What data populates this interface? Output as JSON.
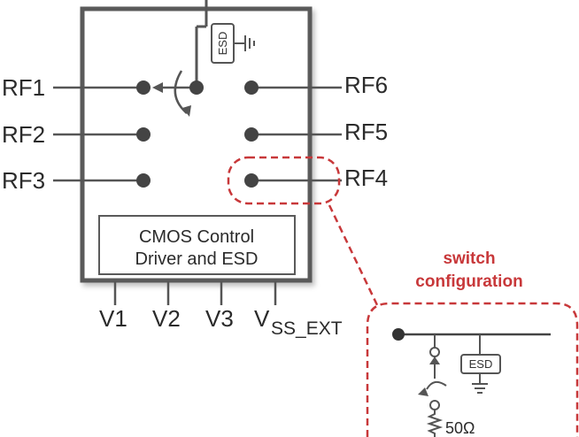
{
  "colors": {
    "line": "#555555",
    "box": "#5a5a5a",
    "accent": "#c8383a",
    "text": "#2b2b2b"
  },
  "diagram": {
    "pins_left": [
      "RF1",
      "RF2",
      "RF3"
    ],
    "pins_right": [
      "RF6",
      "RF5",
      "RF4"
    ],
    "control_block": {
      "line1": "CMOS Control",
      "line2": "Driver and ESD"
    },
    "supply_pins": {
      "v1": "V1",
      "v2": "V2",
      "v3": "V3",
      "vss": "V",
      "vss_sub": "SS_EXT"
    },
    "esd_label": "ESD",
    "callout": {
      "line1": "switch",
      "line2": "configuration",
      "esd_label": "ESD",
      "resistor": "50Ω"
    }
  }
}
